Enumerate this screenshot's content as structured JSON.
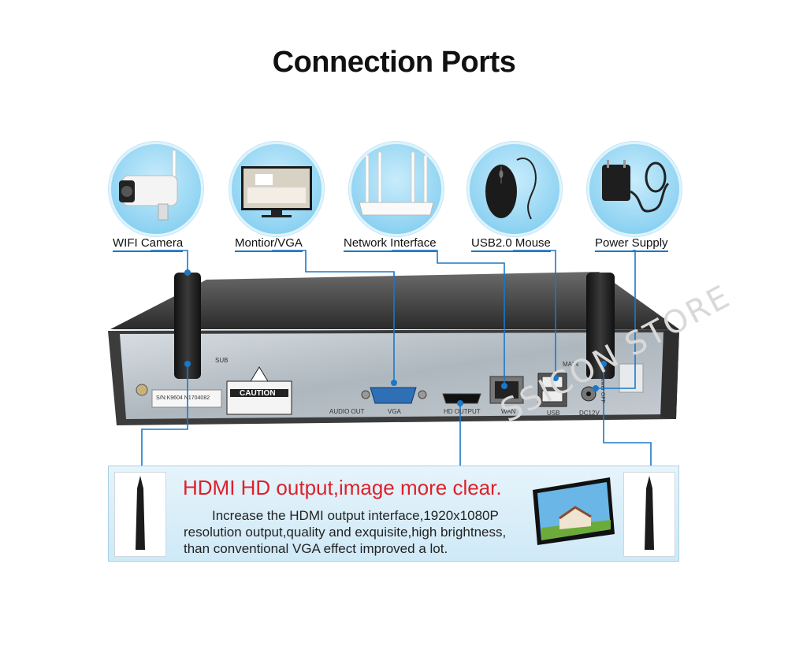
{
  "page": {
    "title": "Connection Ports",
    "watermark": "SSICON STORE"
  },
  "peripherals": [
    {
      "label": "WIFI Camera",
      "icon": "wifi-camera-icon"
    },
    {
      "label": "Montior/VGA",
      "icon": "monitor-icon"
    },
    {
      "label": "Network Interface",
      "icon": "router-icon"
    },
    {
      "label": "USB2.0 Mouse",
      "icon": "mouse-icon"
    },
    {
      "label": "Power Supply",
      "icon": "power-adapter-icon"
    }
  ],
  "device": {
    "caution": "CAUTION",
    "serial": "S/N:K9604  N1704082",
    "sub": "SUB",
    "main": "MAIN",
    "power": "Power OFF",
    "ports": {
      "audio": "AUDIO OUT",
      "vga": "VGA",
      "hdmi": "HD OUTPUT",
      "wan": "WAN",
      "usb": "USB",
      "dc": "DC12V"
    }
  },
  "feature": {
    "headline": "HDMI HD output,image more clear.",
    "line1": "Increase the HDMI output interface,1920x1080P",
    "line2": "resolution output,quality and exquisite,high brightness,",
    "line3": "than conventional VGA effect improved a lot."
  },
  "colors": {
    "accent_line": "#1a78c8",
    "headline": "#e0202a",
    "circle_bg": "#8fd3f2"
  }
}
